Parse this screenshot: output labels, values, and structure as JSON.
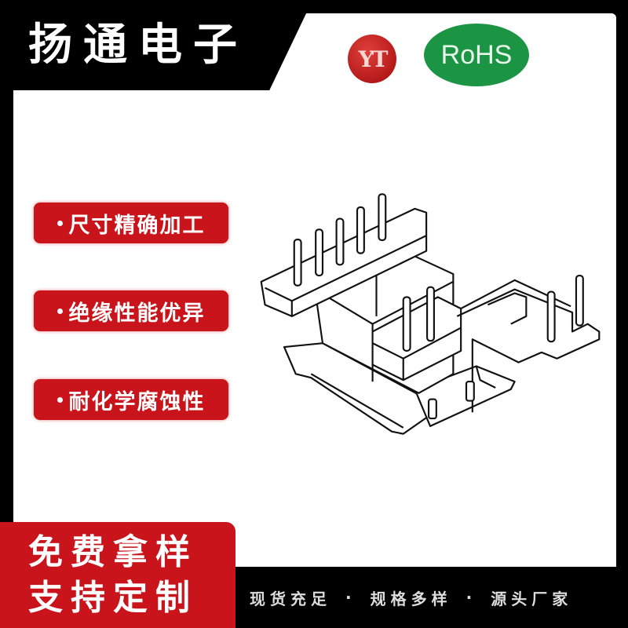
{
  "header": {
    "brand_title": "扬通电子",
    "logo_text": "YT",
    "cert_badge": "RoHS"
  },
  "features": [
    {
      "label": "尺寸精确加工"
    },
    {
      "label": "绝缘性能优异"
    },
    {
      "label": "耐化学腐蚀性"
    }
  ],
  "product": {
    "image_name": "transformer-bobbin-line-drawing"
  },
  "promo": {
    "line1": "免费拿样",
    "line2": "支持定制"
  },
  "bottom_bar": {
    "items": [
      "现货充足",
      "规格多样",
      "源头厂家"
    ],
    "separator": "·"
  },
  "colors": {
    "brand_red": "#c8141a",
    "rohs_green": "#1b9444",
    "frame_black": "#000000",
    "panel_white": "#ffffff"
  }
}
